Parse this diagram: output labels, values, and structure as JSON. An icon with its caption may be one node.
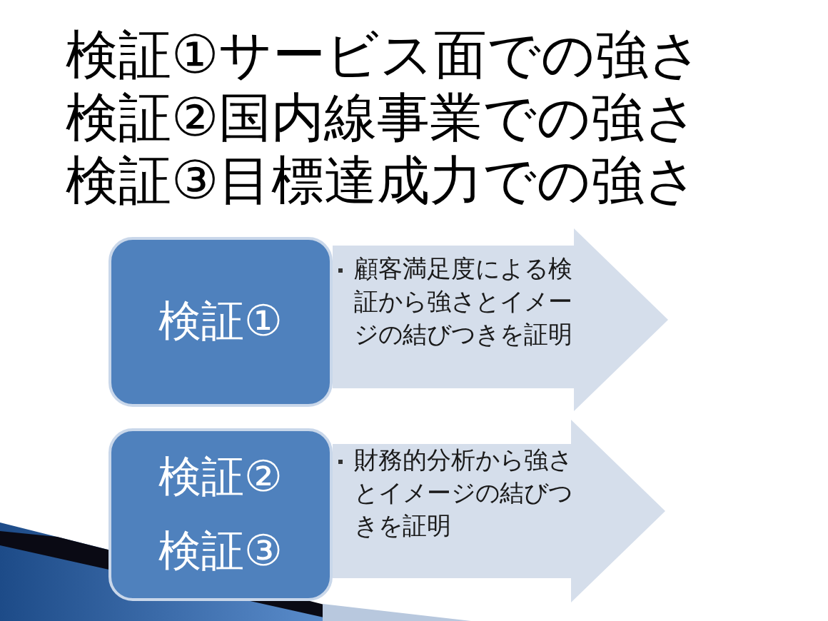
{
  "diagram": {
    "nodes": [
      {
        "text": [
          "検証①"
        ]
      },
      {
        "text": [
          "顧客満足度による検証から強さとイメージの結びつきを証明"
        ]
      },
      {
        "text": [
          "検証②",
          "検証③"
        ]
      },
      {
        "text": [
          "財務的分析から強さとイメージの結びつきを証明"
        ]
      }
    ],
    "labels": [
      "検証①サービス面での強さ",
      "検証②国内線事業での強さ",
      "検証③目標達成力での強さ"
    ]
  }
}
